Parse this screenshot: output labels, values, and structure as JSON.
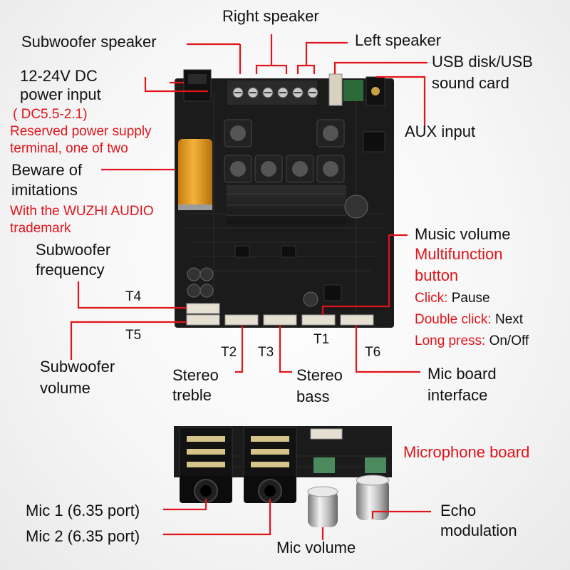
{
  "main_board": {
    "top": {
      "right_speaker": "Right speaker",
      "subwoofer_speaker": "Subwoofer speaker",
      "left_speaker": "Left speaker",
      "usb": [
        "USB disk/USB",
        "sound card"
      ],
      "power_input": [
        "12-24V DC",
        "power input"
      ],
      "dc_size": "( DC5.5-2.1)",
      "reserved": [
        "Reserved power supply",
        "terminal, one of two"
      ],
      "beware": [
        "Beware of",
        "imitations"
      ],
      "trademark": [
        "With the WUZHI AUDIO",
        "trademark"
      ],
      "aux_input": "AUX input"
    },
    "controls": {
      "music_volume": "Music volume",
      "multifunction": [
        "Multifunction",
        "button"
      ],
      "click_key": "Click:",
      "click_val": " Pause",
      "double_key": "Double click:",
      "double_val": " Next",
      "long_key": "Long press:",
      "long_val": " On/Off",
      "sub_freq": [
        "Subwoofer",
        "frequency"
      ],
      "sub_vol": [
        "Subwoofer",
        "volume"
      ],
      "stereo_treble": [
        "Stereo",
        "treble"
      ],
      "stereo_bass": [
        "Stereo",
        "bass"
      ],
      "mic_board_interface": [
        "Mic board",
        "interface"
      ]
    },
    "terminals": [
      "T1",
      "T2",
      "T3",
      "T4",
      "T5",
      "T6"
    ]
  },
  "mic_board": {
    "title": "Microphone board",
    "mic1": "Mic 1 (6.35 port)",
    "mic2": "Mic 2 (6.35 port)",
    "mic_volume": "Mic volume",
    "echo": [
      "Echo",
      "modulation"
    ]
  },
  "colors": {
    "label_red": "#e0141b",
    "pcb": "#1b1b1b",
    "terminal_block": "#2a2a2a",
    "capacitor": "#e89a1c"
  }
}
